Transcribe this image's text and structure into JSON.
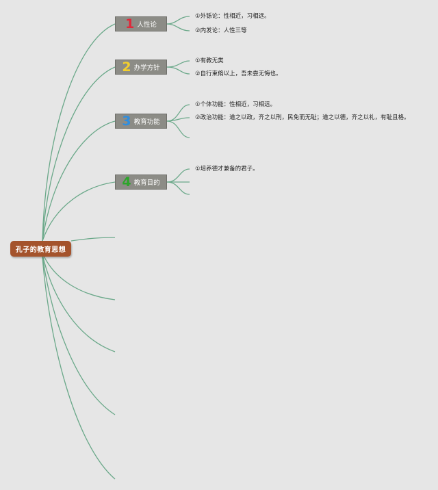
{
  "root": {
    "label": "孔子的教育思想"
  },
  "topics": [
    {
      "number": "1",
      "label": "人性论",
      "number_color": "#e0283a",
      "items": [
        "①外铄论：性相近，习相远。",
        "②内发论：人性三等"
      ]
    },
    {
      "number": "2",
      "label": "办学方针",
      "number_color": "#f3cf2c",
      "items": [
        "①有教无类",
        "②自行束脩以上，吾未尝无悔也。"
      ]
    },
    {
      "number": "3",
      "label": "教育功能",
      "number_color": "#2e8ee0",
      "items": [
        "①个体功能：性相近，习相远。",
        "②政治功能：道之以政，齐之以刑，民免而无耻；道之以德，齐之以礼，有耻且格。"
      ]
    },
    {
      "number": "4",
      "label": "教育目的",
      "number_color": "#2ca52a",
      "items": [
        "①培养德才兼备的君子。"
      ]
    }
  ],
  "colors": {
    "connector": "#6aa889",
    "root_bg": "#a4532c",
    "topic_bg": "#8c8c86",
    "page_bg": "#e6e6e6"
  }
}
